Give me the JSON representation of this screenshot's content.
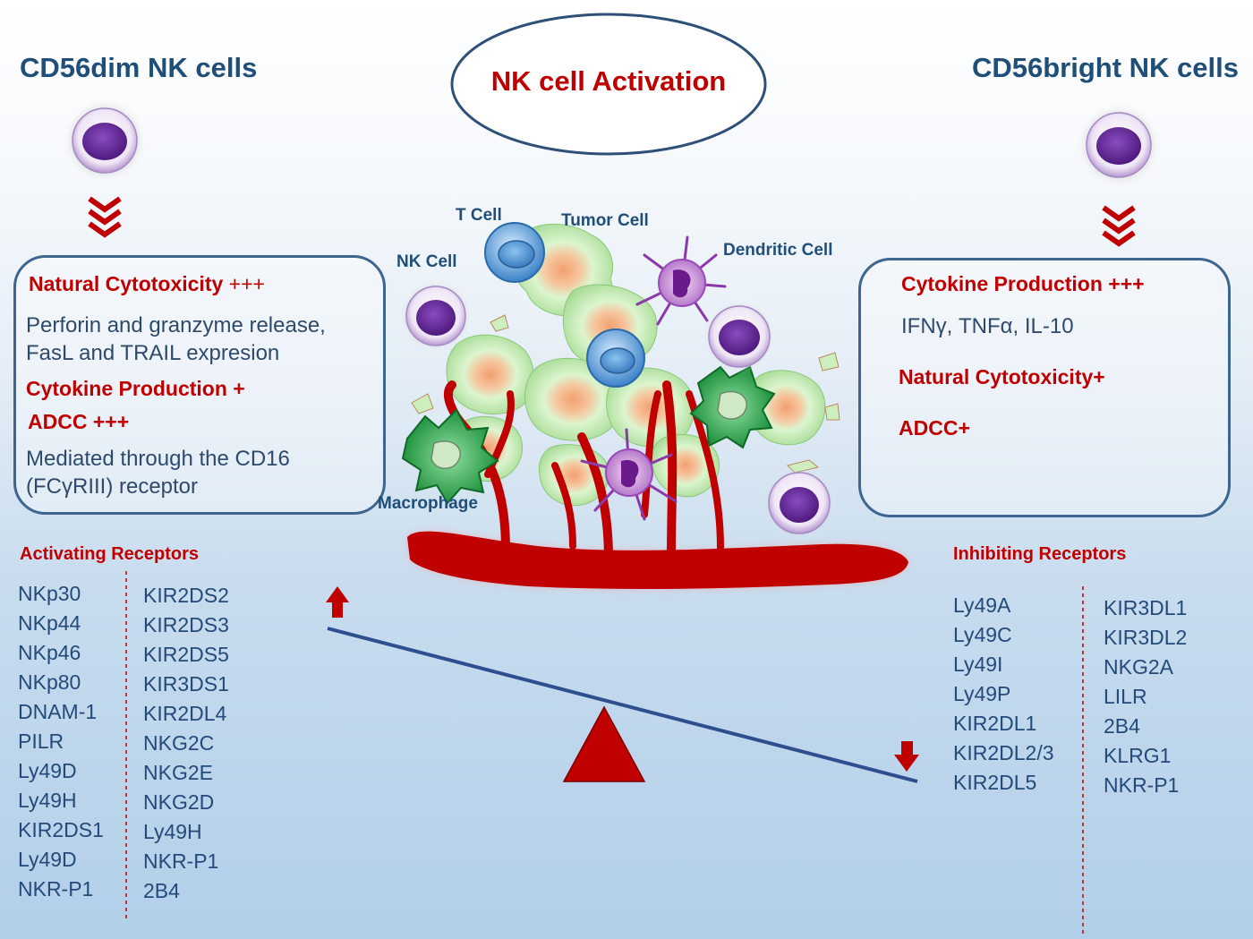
{
  "title": "NK cell Activation",
  "left": {
    "heading": "CD56dim NK cells",
    "natural_cytotoxicity": "Natural Cytotoxicity",
    "natural_cytotoxicity_level": "+++",
    "perforin_line1": "Perforin and granzyme release,",
    "perforin_line2": "FasL and TRAIL expresion",
    "cytokine": "Cytokine Production +",
    "adcc": "ADCC +++",
    "mediated_line1": "Mediated through the CD16",
    "mediated_line2": "(FCγRIII) receptor"
  },
  "right": {
    "heading": "CD56bright NK cells",
    "cytokine": "Cytokine Production +++",
    "cytokines_list": "IFNγ, TNFα, IL-10",
    "natural_cytotoxicity": "Natural Cytotoxicity+",
    "adcc": "ADCC+"
  },
  "cell_labels": {
    "t_cell": "T Cell",
    "tumor_cell": "Tumor Cell",
    "dendritic_cell": "Dendritic Cell",
    "nk_cell": "NK Cell",
    "macrophage": "Macrophage"
  },
  "activating": {
    "heading": "Activating Receptors",
    "col1": [
      "NKp30",
      "NKp44",
      "NKp46",
      "NKp80",
      "DNAM-1",
      "PILR",
      "Ly49D",
      "Ly49H",
      "KIR2DS1",
      "Ly49D",
      "NKR-P1"
    ],
    "col2": [
      "KIR2DS2",
      "KIR2DS3",
      "KIR2DS5",
      "KIR3DS1",
      "KIR2DL4",
      "NKG2C",
      "NKG2E",
      "NKG2D",
      "Ly49H",
      "NKR-P1",
      "2B4"
    ]
  },
  "inhibiting": {
    "heading": "Inhibiting Receptors",
    "col1": [
      "Ly49A",
      "Ly49C",
      "Ly49I",
      "Ly49P",
      "KIR2DL1",
      "KIR2DL2/3",
      "KIR2DL5"
    ],
    "col2": [
      "KIR3DL1",
      "KIR3DL2",
      "NKG2A",
      "LILR",
      "2B4",
      "KLRG1",
      "NKR-P1"
    ]
  },
  "colors": {
    "heading_blue": "#1f4e79",
    "accent_red": "#c00000",
    "nk_nucleus": "#6a2a9a",
    "tumor_green": "#c8efb8",
    "macrophage_green": "#22a040",
    "vessel_red": "#c00000"
  }
}
